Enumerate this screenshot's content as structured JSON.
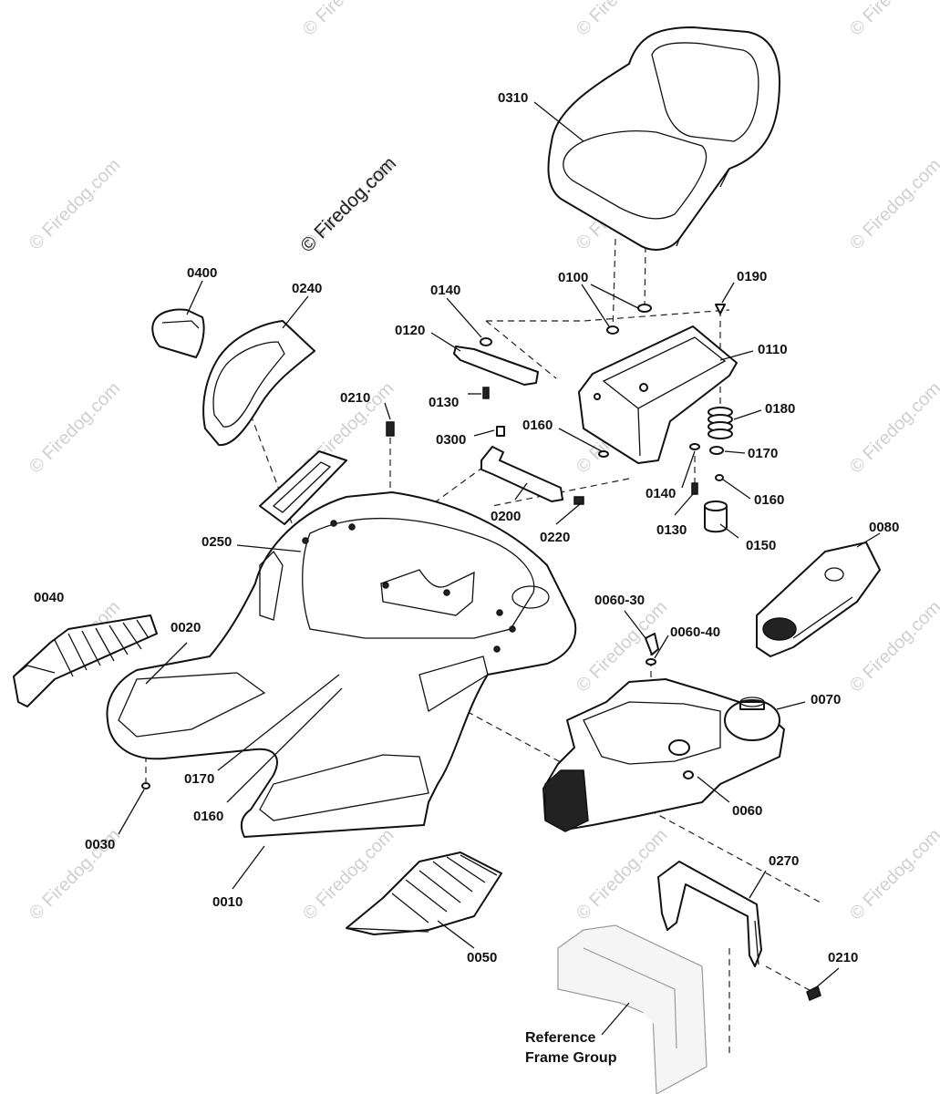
{
  "watermark": {
    "main_text": "© Firedog.com",
    "tile_text": "© Firedog.com"
  },
  "reference_note": {
    "line1": "Reference",
    "line2": "Frame Group"
  },
  "callouts": {
    "c0310": "0310",
    "c0400": "0400",
    "c0240": "0240",
    "c0140a": "0140",
    "c0100": "0100",
    "c0190": "0190",
    "c0120": "0120",
    "c0110": "0110",
    "c0130a": "0130",
    "c0210a": "0210",
    "c0300": "0300",
    "c0160a": "0160",
    "c0180": "0180",
    "c0170a": "0170",
    "c0140b": "0140",
    "c0160b": "0160",
    "c0200": "0200",
    "c0220": "0220",
    "c0130b": "0130",
    "c0150": "0150",
    "c0080": "0080",
    "c0250": "0250",
    "c0040": "0040",
    "c0020": "0020",
    "c0060_30": "0060-30",
    "c0060_40": "0060-40",
    "c0070": "0070",
    "c0170b": "0170",
    "c0160c": "0160",
    "c0060": "0060",
    "c0030": "0030",
    "c0010": "0010",
    "c0270": "0270",
    "c0050": "0050",
    "c0210b": "0210"
  }
}
